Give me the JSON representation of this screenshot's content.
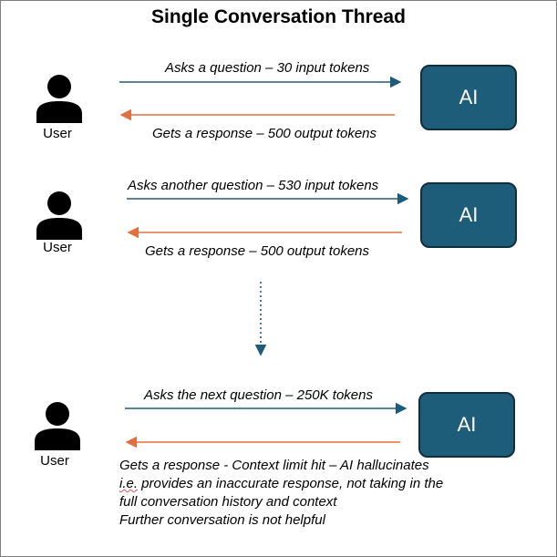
{
  "title": "Single Conversation Thread",
  "colors": {
    "request_arrow": "#1e5d7a",
    "response_arrow": "#e07040",
    "ai_box": "#1e5d7a"
  },
  "rows": [
    {
      "user_label": "User",
      "ai_label": "AI",
      "request_text": "Asks a question – 30 input tokens",
      "response_text": "Gets a response – 500 output tokens"
    },
    {
      "user_label": "User",
      "ai_label": "AI",
      "request_text": "Asks another question – 530 input tokens",
      "response_text": "Gets a response – 500 output tokens"
    },
    {
      "user_label": "User",
      "ai_label": "AI",
      "request_text": "Asks the next question – 250K tokens",
      "response_text": "Gets a response - Context limit hit – AI hallucinates"
    }
  ],
  "note": {
    "line1_prefix": "i.e.",
    "line1_rest": " provides an inaccurate response, not taking in the",
    "line2": "full conversation history and context",
    "line3": "Further conversation is not helpful"
  }
}
